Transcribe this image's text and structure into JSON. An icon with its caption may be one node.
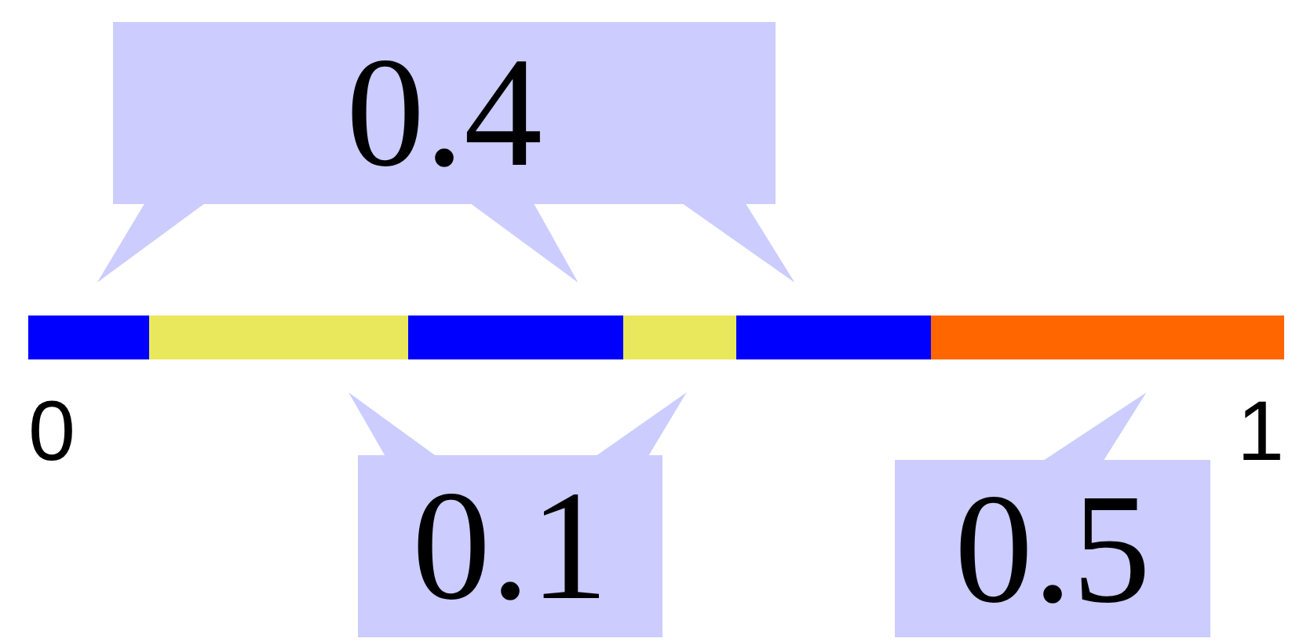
{
  "diagram": {
    "nodes": [
      {
        "text": [
          "0.4"
        ]
      },
      {
        "text": [
          "0.1"
        ]
      },
      {
        "text": [
          "0.5"
        ]
      },
      {
        "text": [],
        "shape": "bar"
      },
      {
        "text": [],
        "shape": "bar"
      },
      {
        "text": [],
        "shape": "bar"
      },
      {
        "text": [],
        "shape": "bar"
      },
      {
        "text": [],
        "shape": "bar"
      },
      {
        "text": [],
        "shape": "bar"
      }
    ],
    "edges": [
      {
        "from": 0,
        "to": 3,
        "arrow": "none"
      },
      {
        "from": 0,
        "to": 5,
        "arrow": "none"
      },
      {
        "from": 0,
        "to": 7,
        "arrow": "none"
      },
      {
        "from": 1,
        "to": 4,
        "arrow": "none"
      },
      {
        "from": 1,
        "to": 6,
        "arrow": "none"
      },
      {
        "from": 2,
        "to": 8,
        "arrow": "none"
      }
    ],
    "labels": [
      "0",
      "1"
    ]
  }
}
